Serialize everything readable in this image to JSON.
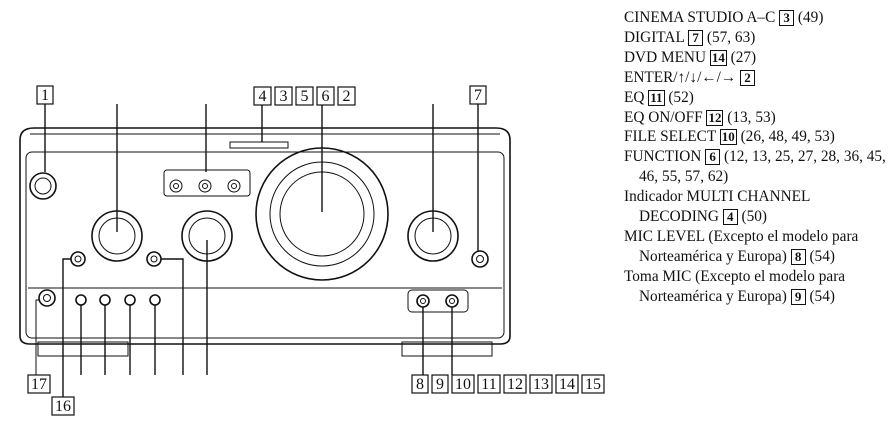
{
  "callouts": [
    "1",
    "2",
    "3",
    "4",
    "5",
    "6",
    "7",
    "8",
    "9",
    "10",
    "11",
    "12",
    "13",
    "14",
    "15",
    "16",
    "17"
  ],
  "index": [
    {
      "pre": "CINEMA STUDIO A–C ",
      "box": "3",
      "post": " (49)"
    },
    {
      "pre": "DIGITAL ",
      "box": "7",
      "post": " (57, 63)"
    },
    {
      "pre": "DVD MENU ",
      "box": "14",
      "post": " (27)"
    },
    {
      "pre": "ENTER/↑/↓/←/→ ",
      "box": "2",
      "post": ""
    },
    {
      "pre": "EQ ",
      "box": "11",
      "post": " (52)"
    },
    {
      "pre": "EQ ON/OFF ",
      "box": "12",
      "post": " (13, 53)"
    },
    {
      "pre": "FILE SELECT ",
      "box": "10",
      "post": " (26, 48, 49, 53)"
    },
    {
      "pre": "FUNCTION ",
      "box": "6",
      "post": " (12, 13, 25, 27, 28, 36, 45, 46, 55, 57, 62)"
    },
    {
      "pre": "Indicador MULTI CHANNEL DECODING ",
      "box": "4",
      "post": " (50)"
    },
    {
      "pre": "MIC LEVEL (Excepto el modelo para Norteamérica y Europa) ",
      "box": "8",
      "post": " (54)"
    },
    {
      "pre": "Toma MIC (Excepto el modelo para Norteamérica y Europa) ",
      "box": "9",
      "post": " (54)"
    }
  ]
}
